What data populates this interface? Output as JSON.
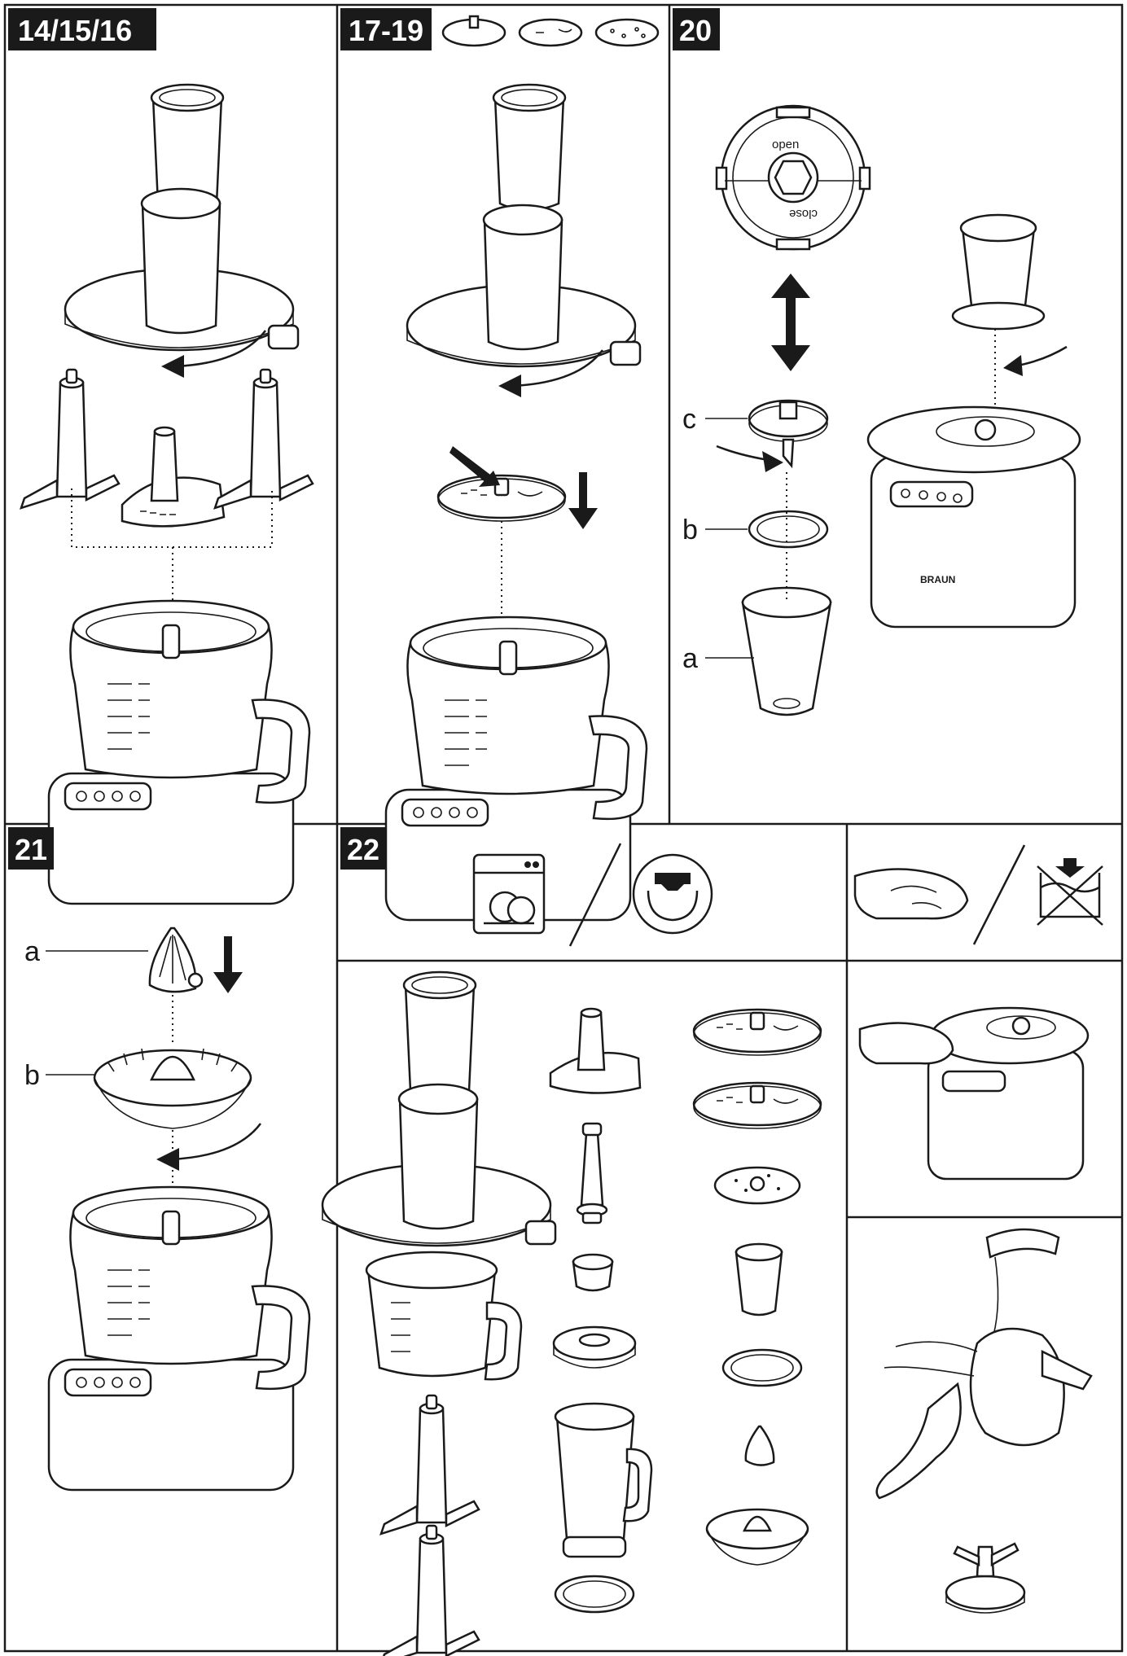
{
  "panels": {
    "p1": {
      "label": "14/15/16"
    },
    "p2": {
      "label": "17-19"
    },
    "p3": {
      "label": "20"
    },
    "p4": {
      "label": "21"
    },
    "p5": {
      "label": "22"
    }
  },
  "part_letters": {
    "p3_a": "a",
    "p3_b": "b",
    "p3_c": "c",
    "p4_a": "a",
    "p4_b": "b"
  },
  "lid_markings": {
    "open": "open",
    "close": "close"
  },
  "brand_mark": "BRAUN",
  "icons": {
    "dishwasher": "dishwasher-icon",
    "top_rack": "top-rack-dishwasher-icon",
    "no_immerse": "do-not-immerse-icon",
    "hand_wipe": "hand-wipe-icon"
  }
}
